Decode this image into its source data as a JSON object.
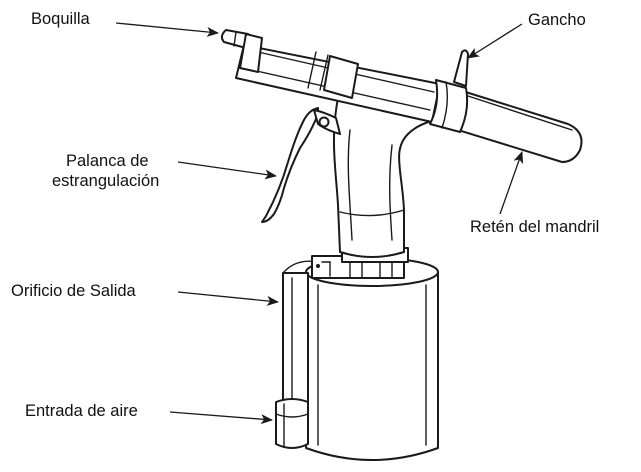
{
  "labels": {
    "nozzle": "Boquilla",
    "hook": "Gancho",
    "throttle_line1": "Palanca de",
    "throttle_line2": "estrangulación",
    "mandrel_retainer": "Retén del mandril",
    "outlet": "Orificio de Salida",
    "air_inlet": "Entrada de aire"
  }
}
